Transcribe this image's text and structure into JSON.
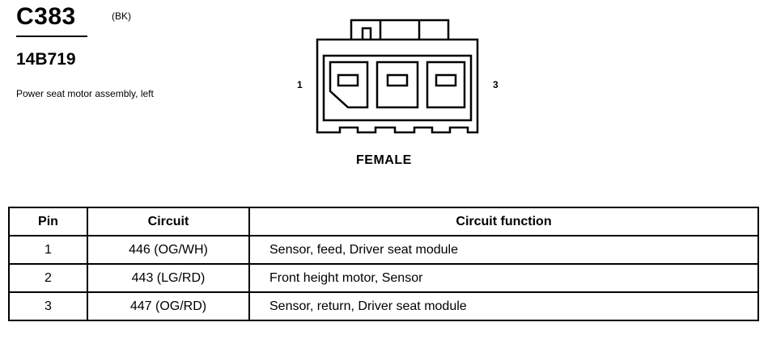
{
  "connector": {
    "id": "C383",
    "color_code": "(BK)",
    "part_number": "14B719",
    "description": "Power seat motor assembly, left",
    "gender": "FEMALE",
    "pin_label_left": "1",
    "pin_label_right": "3"
  },
  "table": {
    "headers": [
      "Pin",
      "Circuit",
      "Circuit function"
    ],
    "rows": [
      {
        "pin": "1",
        "circuit": "446 (OG/WH)",
        "function": "Sensor, feed, Driver seat module"
      },
      {
        "pin": "2",
        "circuit": "443 (LG/RD)",
        "function": "Front height motor, Sensor"
      },
      {
        "pin": "3",
        "circuit": "447 (OG/RD)",
        "function": "Sensor, return, Driver seat module"
      }
    ]
  }
}
